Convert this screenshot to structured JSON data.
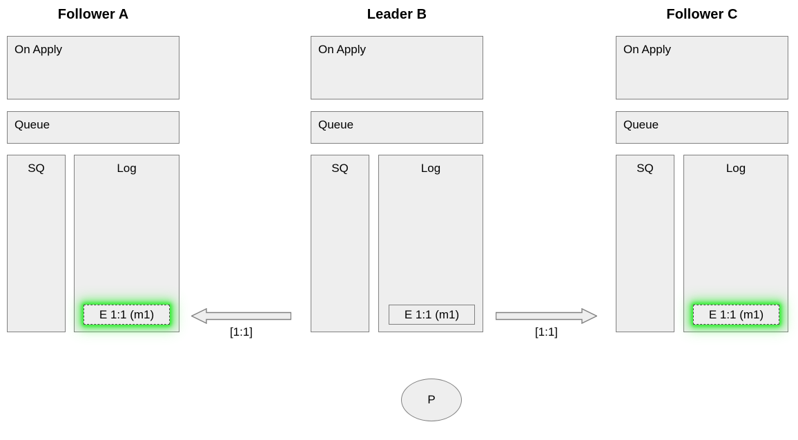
{
  "diagram": {
    "title_bar": null,
    "columns": [
      {
        "id": "follower-a",
        "title": "Follower A",
        "on_apply_label": "On Apply",
        "queue_label": "Queue",
        "sq_label": "SQ",
        "log_label": "Log",
        "log_entries": [
          {
            "text": "E 1:1 (m1)",
            "style": "dashed",
            "highlighted": true
          }
        ]
      },
      {
        "id": "leader-b",
        "title": "Leader B",
        "on_apply_label": "On Apply",
        "queue_label": "Queue",
        "sq_label": "SQ",
        "log_label": "Log",
        "log_entries": [
          {
            "text": "E 1:1 (m1)",
            "style": "solid",
            "highlighted": false
          }
        ]
      },
      {
        "id": "follower-c",
        "title": "Follower C",
        "on_apply_label": "On Apply",
        "queue_label": "Queue",
        "sq_label": "SQ",
        "log_label": "Log",
        "log_entries": [
          {
            "text": "E 1:1 (m1)",
            "style": "dashed",
            "highlighted": true
          }
        ]
      }
    ],
    "arrows": [
      {
        "id": "arrow-b-to-a",
        "direction": "left",
        "label": "[1:1]"
      },
      {
        "id": "arrow-b-to-c",
        "direction": "right",
        "label": "[1:1]"
      }
    ],
    "client": {
      "label": "P",
      "shape": "ellipse"
    },
    "colors": {
      "box_fill": "#eeeeee",
      "box_stroke": "#808080",
      "entry_dashed_stroke": "#4d4d4d",
      "highlight_glow": "#3ceb3c",
      "text": "#000000",
      "background": "#ffffff"
    }
  }
}
